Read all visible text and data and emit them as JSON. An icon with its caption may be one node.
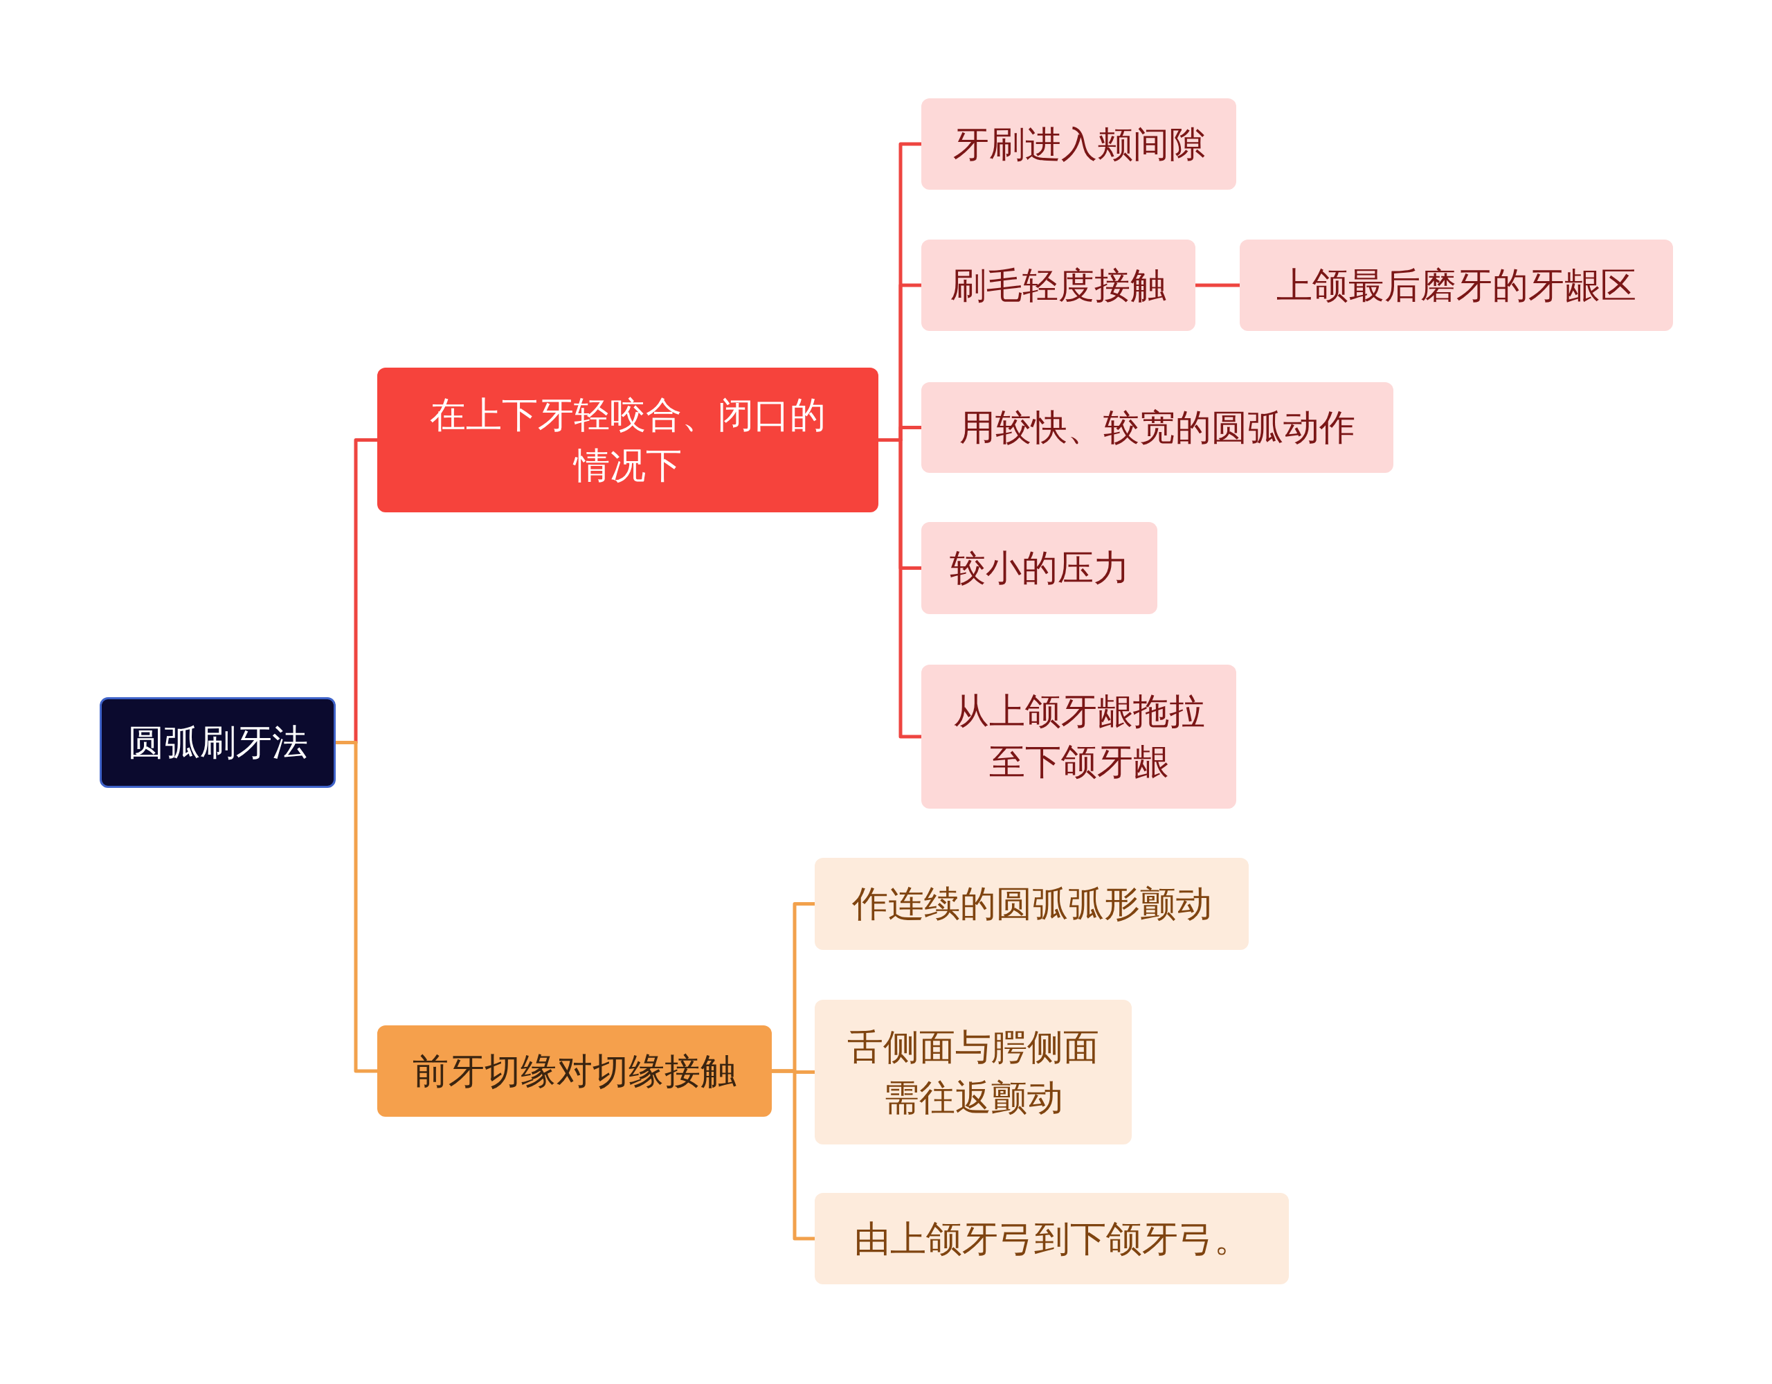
{
  "diagram": {
    "nodes": [
      {
        "text": [
          "圆弧刷牙法"
        ]
      },
      {
        "text": [
          "在上下牙轻咬合、闭口的情况下"
        ]
      },
      {
        "text": [
          "前牙切缘对切缘接触"
        ]
      },
      {
        "text": [
          "牙刷进入颊间隙"
        ]
      },
      {
        "text": [
          "刷毛轻度接触"
        ]
      },
      {
        "text": [
          "上颌最后磨牙的牙龈区"
        ]
      },
      {
        "text": [
          "用较快、较宽的圆弧动作"
        ]
      },
      {
        "text": [
          "较小的压力"
        ]
      },
      {
        "text": [
          "从上颌牙龈拖拉至下颌牙龈"
        ]
      },
      {
        "text": [
          "作连续的圆弧弧形颤动"
        ]
      },
      {
        "text": [
          "舌侧面与腭侧面需往返颤动"
        ]
      },
      {
        "text": [
          "由上颌牙弓到下颌牙弓。"
        ]
      }
    ],
    "edges": [
      {
        "from": 0,
        "to": 1,
        "arrow": "none"
      },
      {
        "from": 0,
        "to": 2,
        "arrow": "none",
        "color": "#f2a14c"
      },
      {
        "from": 1,
        "to": 3,
        "arrow": "none"
      },
      {
        "from": 1,
        "to": 4,
        "arrow": "none"
      },
      {
        "from": 4,
        "to": 5,
        "arrow": "none"
      },
      {
        "from": 1,
        "to": 6,
        "arrow": "none"
      },
      {
        "from": 1,
        "to": 7,
        "arrow": "none"
      },
      {
        "from": 1,
        "to": 8,
        "arrow": "none"
      },
      {
        "from": 2,
        "to": 9,
        "arrow": "none",
        "color": "#f2a14c"
      },
      {
        "from": 2,
        "to": 10,
        "arrow": "none",
        "color": "#f2a14c"
      },
      {
        "from": 2,
        "to": 11,
        "arrow": "none",
        "color": "#f2a14c"
      }
    ]
  }
}
